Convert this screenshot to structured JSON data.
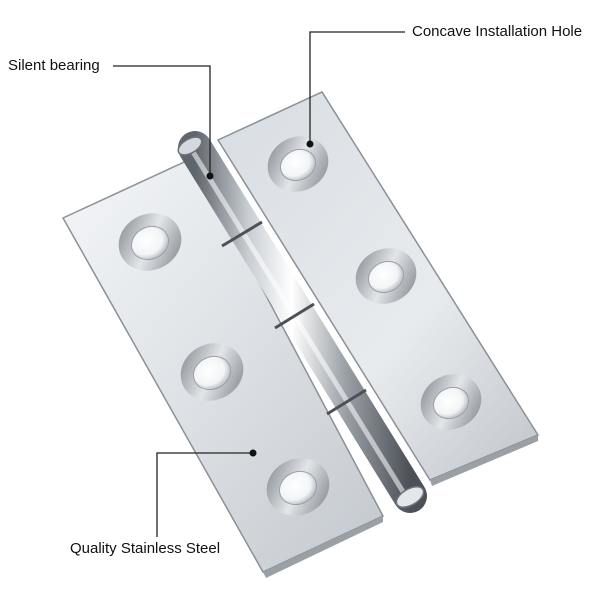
{
  "image": {
    "subject": "stainless-steel-butt-hinge",
    "background_color": "#ffffff"
  },
  "callouts": {
    "silent_bearing": "Silent bearing",
    "concave_hole": "Concave Installation Hole",
    "stainless_steel": "Quality Stainless Steel"
  },
  "colors": {
    "plate_light": "#eef1f4",
    "plate_mid": "#cfd4d9",
    "plate_edge": "#8a9097",
    "knuckle_dark": "#6b7178",
    "callout_line": "#222222"
  }
}
